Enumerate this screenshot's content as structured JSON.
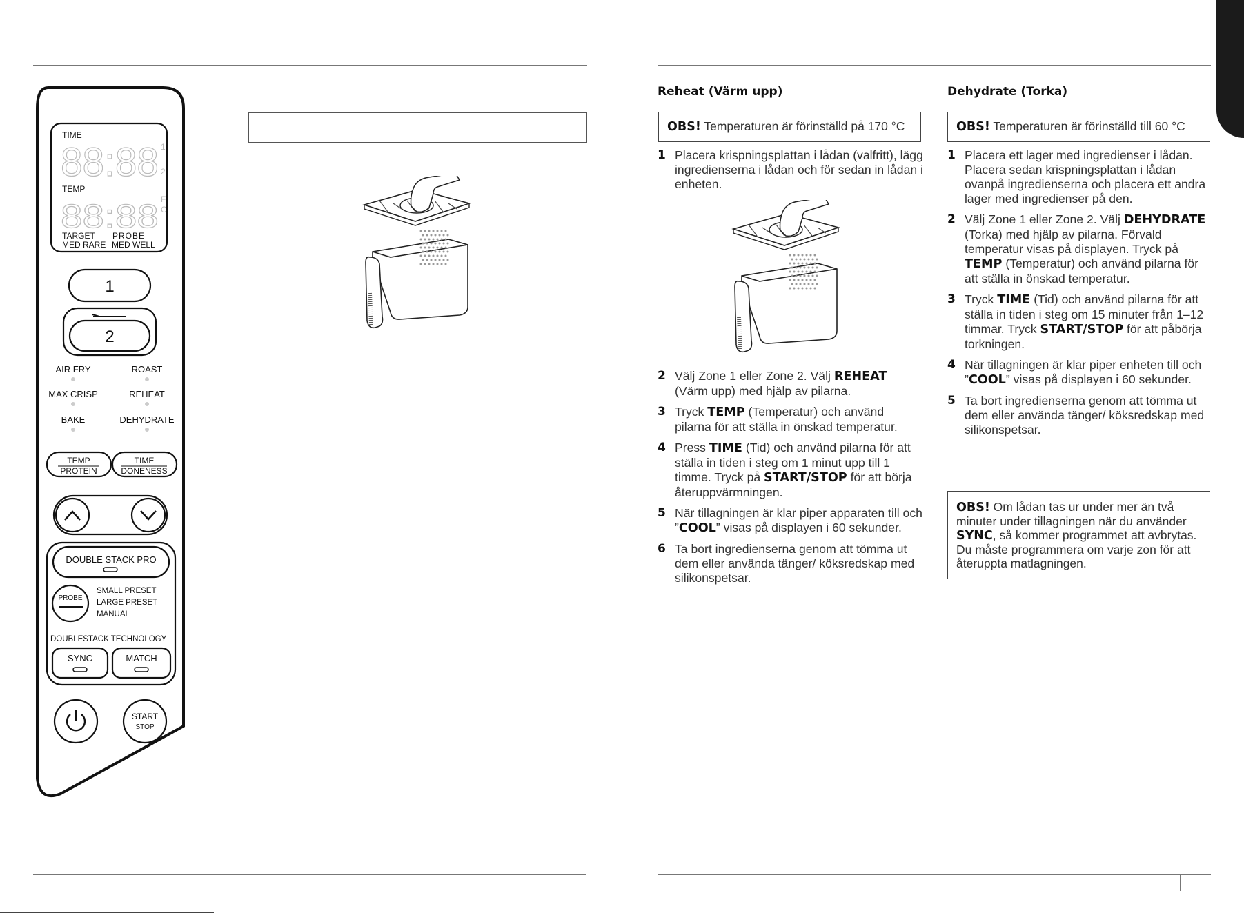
{
  "panel": {
    "lcd_time": "TIME",
    "lcd_temp": "TEMP",
    "lcd_digits_top": "88:88",
    "lcd_digits_bottom": "88:88",
    "lcd_side_1": "1",
    "lcd_side_2": "2",
    "lcd_side_f": "F",
    "lcd_side_c": "C",
    "lcd_target": "TARGET",
    "lcd_probe": "PROBE",
    "lcd_med_rare": "MED RARE",
    "lcd_med_well": "MED WELL",
    "zone1": "1",
    "zone2": "2",
    "modes": {
      "air_fry": "AIR FRY",
      "roast": "ROAST",
      "max_crisp": "MAX CRISP",
      "reheat": "REHEAT",
      "bake": "BAKE",
      "dehydrate": "DEHYDRATE"
    },
    "temp_top": "TEMP",
    "temp_bottom": "PROTEIN",
    "time_top": "TIME",
    "time_bottom": "DONENESS",
    "double_stack_pro": "DOUBLE STACK PRO",
    "probe": "PROBE",
    "small_preset": "SMALL PRESET",
    "large_preset": "LARGE PRESET",
    "manual": "MANUAL",
    "doublestack": "DOUBLESTACK",
    "technology": "TECHNOLOGY",
    "sync": "SYNC",
    "match": "MATCH",
    "start": "START",
    "stop": "STOP"
  },
  "reheat": {
    "title": "Reheat (Värm upp)",
    "obs_label": "OBS!",
    "obs_text": " Temperaturen är förinställd på 170 °C",
    "steps": [
      {
        "num": "1",
        "parts": [
          {
            "t": "Placera krispningsplattan i lådan (valfritt), lägg ingredienserna i lådan och för sedan in lådan i enheten."
          }
        ]
      },
      {
        "num": "2",
        "parts": [
          {
            "t": "Välj Zone 1 eller Zone 2. Välj "
          },
          {
            "b": "REHEAT"
          },
          {
            "t": " (Värm upp) med hjälp av pilarna."
          }
        ]
      },
      {
        "num": "3",
        "parts": [
          {
            "t": "Tryck "
          },
          {
            "b": "TEMP"
          },
          {
            "t": " (Temperatur) och använd pilarna för att ställa in önskad temperatur."
          }
        ]
      },
      {
        "num": "4",
        "parts": [
          {
            "t": "Press "
          },
          {
            "b": "TIME"
          },
          {
            "t": " (Tid) och använd pilarna för att ställa in tiden i steg om 1 minut upp till 1 timme. Tryck på "
          },
          {
            "b": "START/STOP"
          },
          {
            "t": " för att börja återuppvärmningen."
          }
        ]
      },
      {
        "num": "5",
        "parts": [
          {
            "t": " När tillagningen är klar piper apparaten till och ”"
          },
          {
            "b": "COOL"
          },
          {
            "t": "” visas på displayen i 60 sekunder."
          }
        ]
      },
      {
        "num": "6",
        "parts": [
          {
            "t": "Ta bort ingredienserna genom att tömma ut dem eller använda tänger/ köksredskap med silikonspetsar."
          }
        ]
      }
    ]
  },
  "dehydrate": {
    "title": "Dehydrate (Torka)",
    "obs_label": "OBS!",
    "obs_text": " Temperaturen är förinställd till 60 °C",
    "steps": [
      {
        "num": "1",
        "parts": [
          {
            "t": "Placera ett lager med ingredienser i lådan. Placera sedan krispningsplattan i lådan ovanpå ingredienserna och placera ett andra lager med ingredienser på den."
          }
        ]
      },
      {
        "num": "2",
        "parts": [
          {
            "t": "Välj Zone 1 eller Zone 2. Välj "
          },
          {
            "b": "DEHYDRATE"
          },
          {
            "t": " (Torka) med hjälp av pilarna. Förvald temperatur visas på displayen. Tryck på "
          },
          {
            "b": "TEMP"
          },
          {
            "t": " (Temperatur) och använd pilarna för att ställa in önskad temperatur."
          }
        ]
      },
      {
        "num": "3",
        "parts": [
          {
            "t": "Tryck "
          },
          {
            "b": "TIME"
          },
          {
            "t": " (Tid) och använd pilarna för att ställa in tiden i steg om 15 minuter från 1–12 timmar. Tryck "
          },
          {
            "b": "START/STOP"
          },
          {
            "t": " för att påbörja torkningen."
          }
        ]
      },
      {
        "num": "4",
        "parts": [
          {
            "t": "När tillagningen är klar piper enheten till och ”"
          },
          {
            "b": "COOL"
          },
          {
            "t": "” visas på displayen i 60 sekunder."
          }
        ]
      },
      {
        "num": "5",
        "parts": [
          {
            "t": "Ta bort ingredienserna genom att tömma ut dem eller använda tänger/ köksredskap med silikonspetsar."
          }
        ]
      }
    ],
    "obs2_label": "OBS!",
    "obs2_parts": [
      {
        "t": " Om lådan tas ur under mer än två minuter under tillagningen när du använder "
      },
      {
        "b": "SYNC"
      },
      {
        "t": ", så kommer programmet att avbrytas. Du måste programmera om varje zon för att återuppta matlagningen."
      }
    ]
  }
}
